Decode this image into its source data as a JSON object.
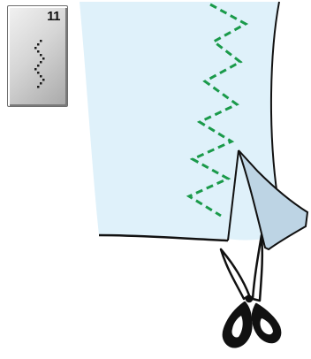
{
  "stitch_key": {
    "number": "11",
    "symbol_icon": "triple-zigzag-stitch-icon",
    "bevel_light": "#f2f2f2",
    "bevel_dark": "#a8a8a8"
  },
  "illustration": {
    "fabric_icon": "fabric-piece",
    "stitch_icon": "zigzag-stitch-line",
    "scissors_icon": "scissors-icon",
    "fabric_color": "#dff1fa",
    "folded_flap_color": "#bdd4e4",
    "stitch_color": "#1a9a4a",
    "outline_color": "#111111"
  }
}
